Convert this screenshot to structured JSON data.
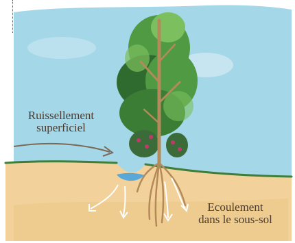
{
  "labels": {
    "runoff": [
      "Ruissellement",
      "superficiel"
    ],
    "underground": [
      "Ecoulement",
      "dans le sous-sol"
    ]
  },
  "colors": {
    "sky": "#9ad3e6",
    "soil": "#f2d29a",
    "grass": "#3f7d3a",
    "foliage_dark": "#2f6b2e",
    "foliage_mid": "#4f9a43",
    "foliage_light": "#7cbf5e",
    "trunk": "#b58a5a",
    "water": "#5aa8d8",
    "arrow": "#7b6a57",
    "flowers": "#c0396b"
  }
}
